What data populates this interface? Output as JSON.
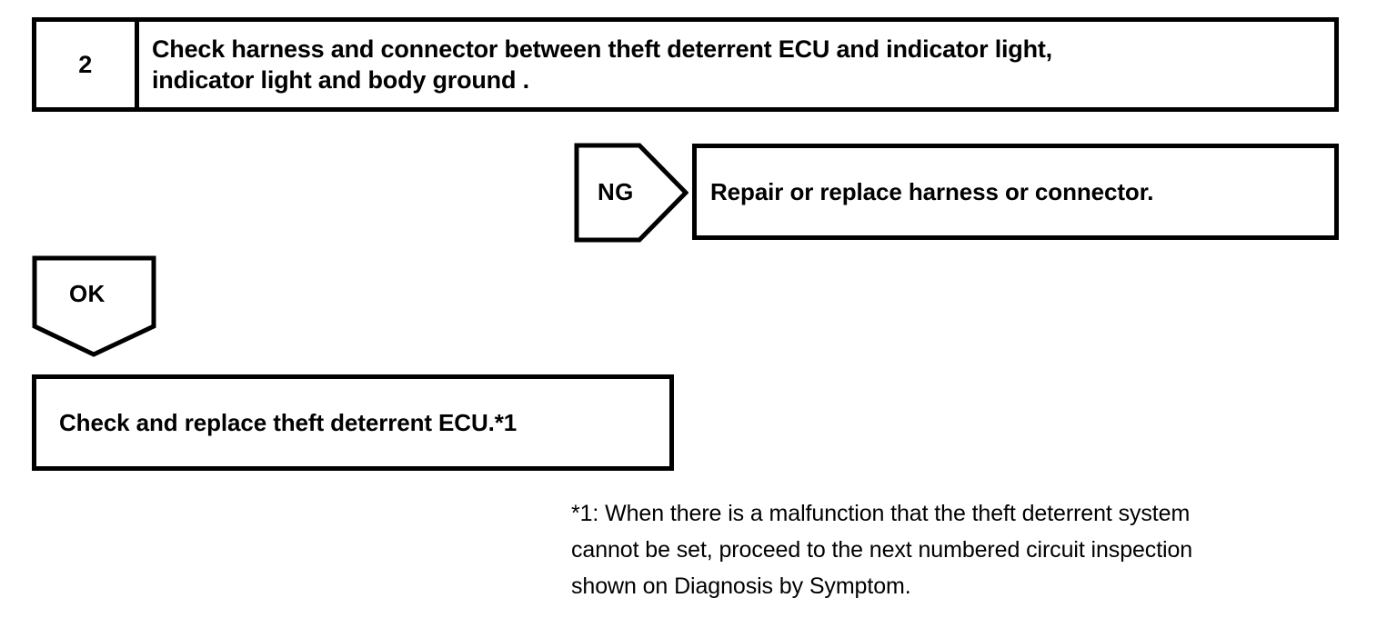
{
  "step": {
    "number": "2",
    "instruction": "Check harness and connector between theft deterrent ECU and indicator light,\nindicator light and body ground ."
  },
  "branches": {
    "ng": {
      "label": "NG",
      "result": "Repair or replace harness or connector."
    },
    "ok": {
      "label": "OK",
      "result": "Check and replace theft deterrent ECU.*1"
    }
  },
  "footnote": "*1: When there is a malfunction that the theft deterrent system\ncannot be set, proceed to the next numbered circuit inspection\nshown on  Diagnosis by Symptom.",
  "colors": {
    "ink": "#000000",
    "paper": "#ffffff"
  }
}
